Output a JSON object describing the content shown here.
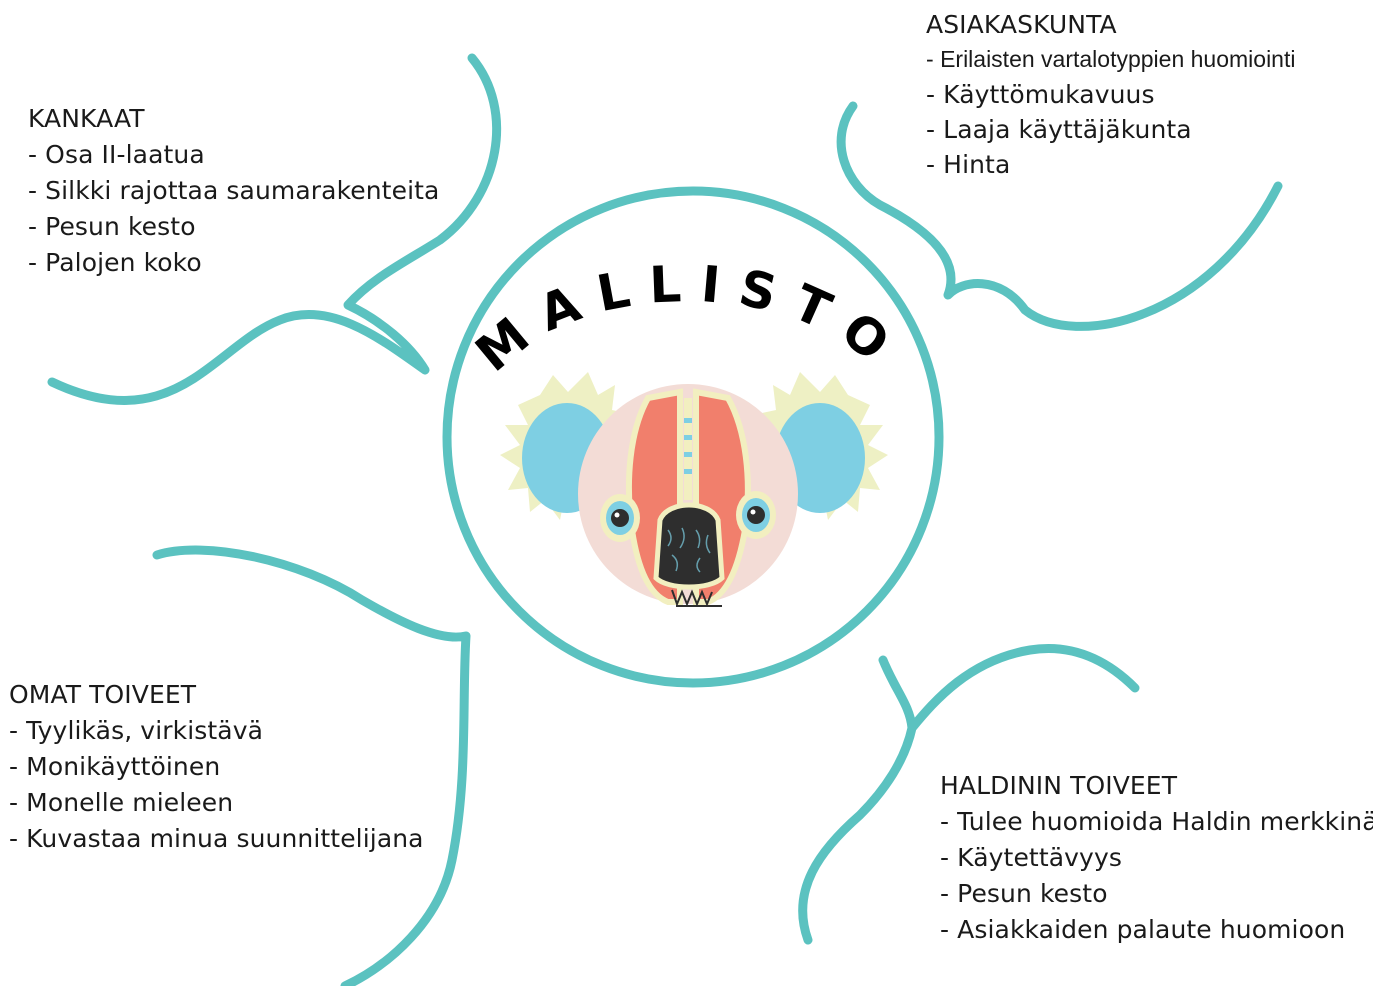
{
  "center": {
    "title": "MALLISTO",
    "logo_icon": "koala-face-icon"
  },
  "blocks": {
    "kankaat": {
      "heading": "KANKAAT",
      "items": [
        "Osa II-laatua",
        "Silkki rajottaa saumarakenteita",
        "Pesun kesto",
        "Palojen koko"
      ]
    },
    "asiakaskunta": {
      "heading": "ASIAKASKUNTA",
      "items": [
        "Erilaisten vartalotyppien huomiointi",
        "Käyttömukavuus",
        "Laaja käyttäjäkunta",
        "Hinta"
      ]
    },
    "omat_toiveet": {
      "heading": "OMAT TOIVEET",
      "items": [
        "Tyylikäs, virkistävä",
        "Monikäyttöinen",
        "Monelle mieleen",
        "Kuvastaa minua suunnittelijana"
      ]
    },
    "haldinin_toiveet": {
      "heading": "HALDININ TOIVEET",
      "items": [
        "Tulee huomioida Haldin merkkinä",
        "Käytettävyys",
        "Pesun kesto",
        "Asiakkaiden palaute huomioon"
      ]
    }
  },
  "colors": {
    "line": "#5bc2c0",
    "ear": "#7ecfe3",
    "ear_fringe": "#eef0c4",
    "face": "#f3dcd6",
    "stripe": "#f17f6c",
    "outline": "#f2efc0",
    "nose": "#2e2e2e"
  }
}
